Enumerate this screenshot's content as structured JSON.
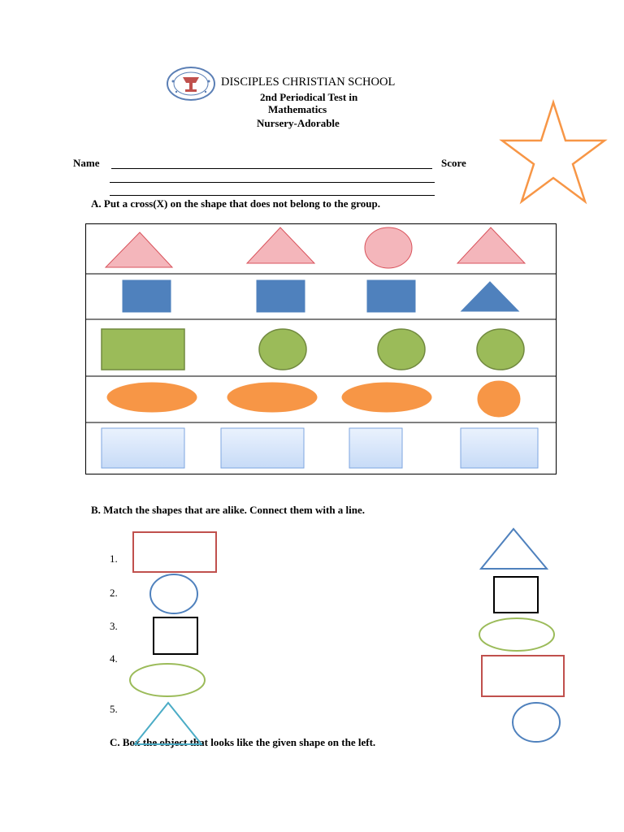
{
  "header": {
    "school_name": "DISCIPLES CHRISTIAN SCHOOL",
    "test_title": "2nd Periodical Test in",
    "subject": "Mathematics",
    "level": "Nursery-Adorable"
  },
  "student_fields": {
    "name_label": "Name",
    "score_label": "Score"
  },
  "section_a": {
    "instruction": "A.  Put a cross(X) on the shape that does not belong to the group.",
    "rows": [
      {
        "shapes": [
          "triangle",
          "triangle",
          "circle",
          "triangle"
        ],
        "color": "#f4b6bb"
      },
      {
        "shapes": [
          "square",
          "square",
          "square",
          "triangle"
        ],
        "color": "#4f81bd"
      },
      {
        "shapes": [
          "rectangle",
          "circle",
          "circle",
          "circle"
        ],
        "color": "#9bbb59"
      },
      {
        "shapes": [
          "oval",
          "oval",
          "oval",
          "circle"
        ],
        "color": "#f79646"
      },
      {
        "shapes": [
          "rectangle",
          "rectangle",
          "square",
          "rectangle"
        ],
        "color": "#dbe8fb"
      }
    ]
  },
  "section_b": {
    "instruction": "B.  Match the shapes that are alike. Connect them with a line.",
    "numbers": [
      "1.",
      "2.",
      "3.",
      "4.",
      "5."
    ],
    "left_shapes": [
      "rectangle",
      "circle",
      "square",
      "oval",
      "triangle"
    ],
    "right_shapes": [
      "triangle",
      "square",
      "oval",
      "rectangle",
      "circle"
    ]
  },
  "section_c": {
    "instruction": "C. Box the object that looks like the given shape on the left."
  },
  "colors": {
    "star_outline": "#f79646",
    "match_red": "#c0504d",
    "match_blue": "#4f81bd",
    "match_green": "#9bbb59",
    "match_teal": "#4bacc6"
  }
}
